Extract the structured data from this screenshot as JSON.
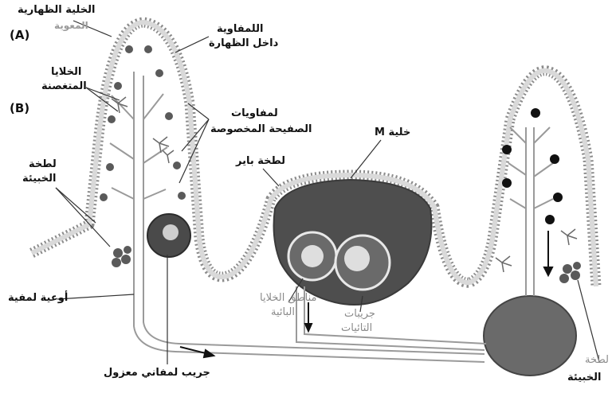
{
  "labels": {
    "epithelial_cell_line1": "الخلية الظهارية",
    "epithelial_cell_line2": "المعوية",
    "label_a": "(A)",
    "label_b": "(B)",
    "intraepithelial_lymph_line1": "اللمفاوية",
    "intraepithelial_lymph_line2": "داخل الظهارة",
    "dendritic_cells_line1": "الخلايا",
    "dendritic_cells_line2": "المتغصنة",
    "lamina_propria_lymph_line1": "لمفاويات",
    "lamina_propria_lymph_line2": "الصفيحة المخصوصة",
    "m_cell": "خلية M",
    "peyers_patch": "لطخة باير",
    "germinal_patch_left_line1": "لطخة",
    "germinal_patch_left_line2": "الخبيئة",
    "b_cell_zone_line1": "مناطق الخلايا",
    "b_cell_zone_line2": "البائية",
    "t_cell_follicles_line1": "جريبات",
    "t_cell_follicles_line2": "التائيات",
    "lymph_vessels": "أوعية لمفية",
    "isolated_follicle": "جريب لمفاني معزول",
    "germinal_patch_right_line1": "لطخة",
    "germinal_patch_right_line2": "الخبيئة"
  },
  "colors": {
    "epithelium": "#c8c8c8",
    "dome": "#4e4e4e",
    "node": "#6a6a6a",
    "lymphocyte": "#5a5a5a",
    "black_cell": "#111111"
  }
}
